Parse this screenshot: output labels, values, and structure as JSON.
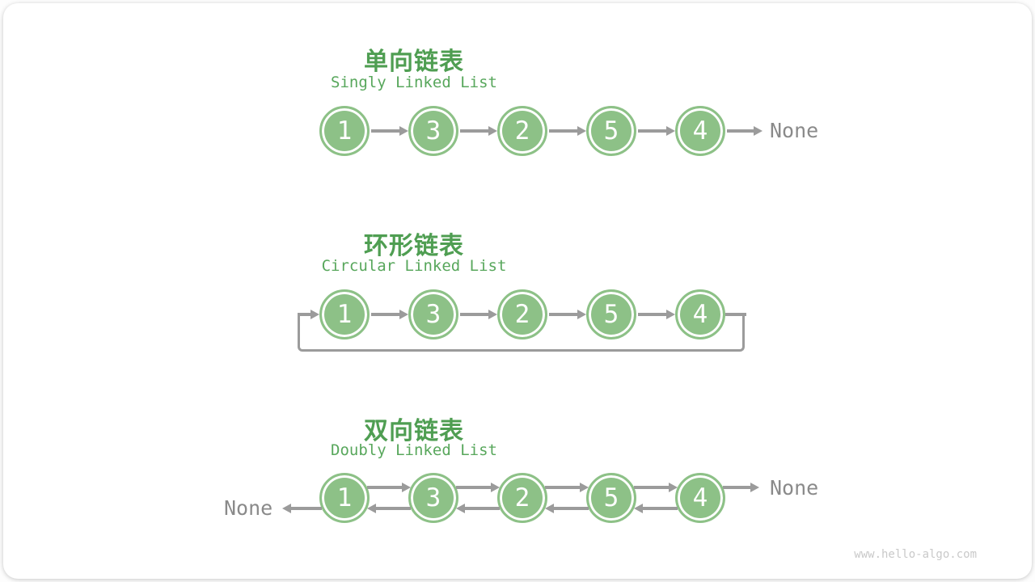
{
  "watermark": "www.hello-algo.com",
  "colors": {
    "title_green": "#4f9e52",
    "subtitle_green": "#58a75c",
    "node_fill": "#8dc187",
    "arrow_gray": "#9b9b9b",
    "none_gray": "#8a8a8a",
    "watermark_gray": "#c9c9c9"
  },
  "sections": {
    "singly": {
      "title_zh": "单向链表",
      "title_en": "Singly Linked List",
      "nodes": [
        "1",
        "3",
        "2",
        "5",
        "4"
      ],
      "none_label": "None"
    },
    "circular": {
      "title_zh": "环形链表",
      "title_en": "Circular Linked List",
      "nodes": [
        "1",
        "3",
        "2",
        "5",
        "4"
      ]
    },
    "doubly": {
      "title_zh": "双向链表",
      "title_en": "Doubly Linked List",
      "nodes": [
        "1",
        "3",
        "2",
        "5",
        "4"
      ],
      "none_left": "None",
      "none_right": "None"
    }
  }
}
